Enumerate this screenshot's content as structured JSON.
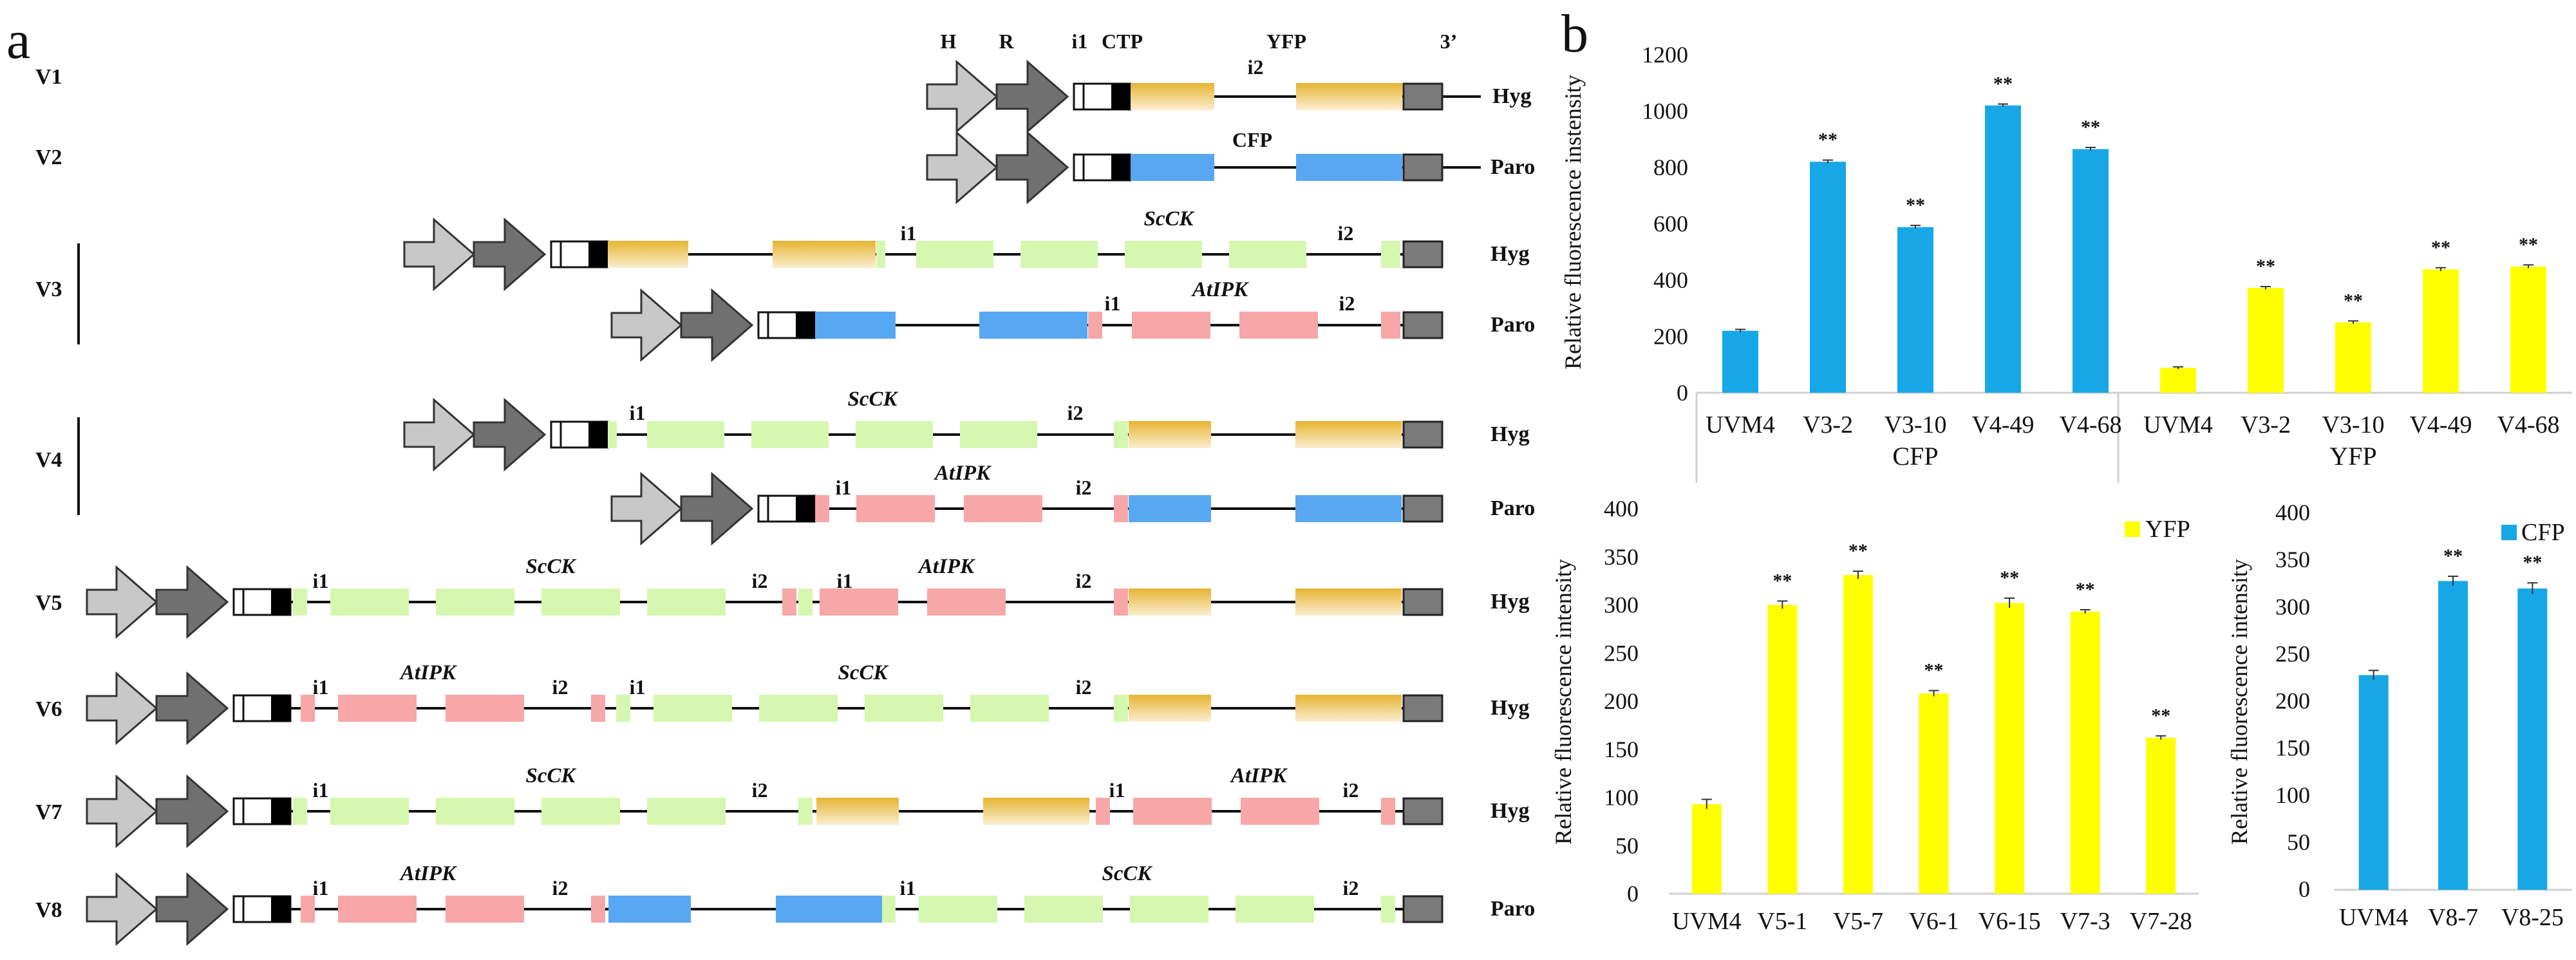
{
  "panel_a": {
    "letter": "a",
    "header_labels": {
      "H": "H",
      "R": "R",
      "i1": "i1",
      "CTP": "CTP",
      "YFP": "YFP",
      "i2": "i2",
      "three": "3’"
    },
    "constructs": [
      {
        "label": "V1",
        "marker": "Hyg",
        "gene_labels": [
          "YFP"
        ],
        "intron_labels": [
          "i2"
        ]
      },
      {
        "label": "V2",
        "marker": "Paro",
        "gene_labels": [
          "CFP"
        ],
        "intron_labels": []
      },
      {
        "label": "V3",
        "lines": [
          {
            "marker": "Hyg",
            "gene_labels": [
              "ScCK"
            ],
            "intron_labels": [
              "i1",
              "i2"
            ]
          },
          {
            "marker": "Paro",
            "gene_labels": [
              "AtIPK"
            ],
            "intron_labels": [
              "i1",
              "i2"
            ]
          }
        ]
      },
      {
        "label": "V4",
        "lines": [
          {
            "marker": "Hyg",
            "gene_labels": [
              "ScCK"
            ],
            "intron_labels": [
              "i1",
              "i2"
            ]
          },
          {
            "marker": "Paro",
            "gene_labels": [
              "AtIPK"
            ],
            "intron_labels": [
              "i1",
              "i2"
            ]
          }
        ]
      },
      {
        "label": "V5",
        "marker": "Hyg",
        "gene_labels": [
          "ScCK",
          "AtIPK"
        ],
        "intron_labels": [
          "i1",
          "i2",
          "i1",
          "i2"
        ]
      },
      {
        "label": "V6",
        "marker": "Hyg",
        "gene_labels": [
          "AtIPK",
          "ScCK"
        ],
        "intron_labels": [
          "i1",
          "i2",
          "i1",
          "i2"
        ]
      },
      {
        "label": "V7",
        "marker": "Hyg",
        "gene_labels": [
          "ScCK",
          "AtIPK"
        ],
        "intron_labels": [
          "i1",
          "i2",
          "i1",
          "i2"
        ]
      },
      {
        "label": "V8",
        "marker": "Paro",
        "gene_labels": [
          "AtIPK",
          "ScCK"
        ],
        "intron_labels": [
          "i1",
          "i2",
          "i1",
          "i2"
        ]
      }
    ],
    "colors": {
      "yfp_dark": "#e6b432",
      "yfp_light": "#fbeed0",
      "cfp": "#58a7f2",
      "sccK": "#d6f7b0",
      "atipk": "#f7a7a8",
      "promoter_h": "#c8c8c8",
      "promoter_r": "#707070",
      "terminator": "#7a7a7a"
    }
  },
  "chart_data": [
    {
      "type": "bar",
      "panel_letter": "b",
      "ylabel": "Relative fluorescence instensity",
      "ylim": [
        0,
        1200
      ],
      "yticks": [
        0,
        200,
        400,
        600,
        800,
        1000,
        1200
      ],
      "groups": [
        {
          "name": "CFP",
          "color": "#18a7e6",
          "categories": [
            "UVM4",
            "V3-2",
            "V3-10",
            "V4-49",
            "V4-68"
          ],
          "values": [
            220,
            820,
            588,
            1020,
            865
          ],
          "errors": [
            5,
            6,
            6,
            5,
            6
          ],
          "significance": [
            "",
            "**",
            "**",
            "**",
            "**"
          ]
        },
        {
          "name": "YFP",
          "color": "#ffff00",
          "categories": [
            "UVM4",
            "V3-2",
            "V3-10",
            "V4-49",
            "V4-68"
          ],
          "values": [
            88,
            372,
            250,
            438,
            448
          ],
          "errors": [
            4,
            5,
            5,
            6,
            6
          ],
          "significance": [
            "",
            "**",
            "**",
            "**",
            "**"
          ]
        }
      ]
    },
    {
      "type": "bar",
      "ylabel": "Relative fluorescence intensity",
      "ylim": [
        0,
        400
      ],
      "yticks": [
        0,
        50,
        100,
        150,
        200,
        250,
        300,
        350,
        400
      ],
      "legend": "YFP",
      "color": "#ffff00",
      "categories": [
        "UVM4",
        "V5-1",
        "V5-7",
        "V6-1",
        "V6-15",
        "V7-3",
        "V7-28"
      ],
      "values": [
        93,
        300,
        331,
        208,
        302,
        293,
        162
      ],
      "errors": [
        5,
        4,
        4,
        3,
        5,
        2,
        2
      ],
      "significance": [
        "",
        "**",
        "**",
        "**",
        "**",
        "**",
        "**"
      ]
    },
    {
      "type": "bar",
      "ylabel": "Relative fluorescence intensity",
      "ylim": [
        0,
        400
      ],
      "yticks": [
        0,
        50,
        100,
        150,
        200,
        250,
        300,
        350,
        400
      ],
      "legend": "CFP",
      "color": "#18a7e6",
      "categories": [
        "UVM4",
        "V8-7",
        "V8-25"
      ],
      "values": [
        228,
        328,
        320
      ],
      "errors": [
        5,
        5,
        6
      ],
      "significance": [
        "",
        "**",
        "**"
      ]
    }
  ]
}
